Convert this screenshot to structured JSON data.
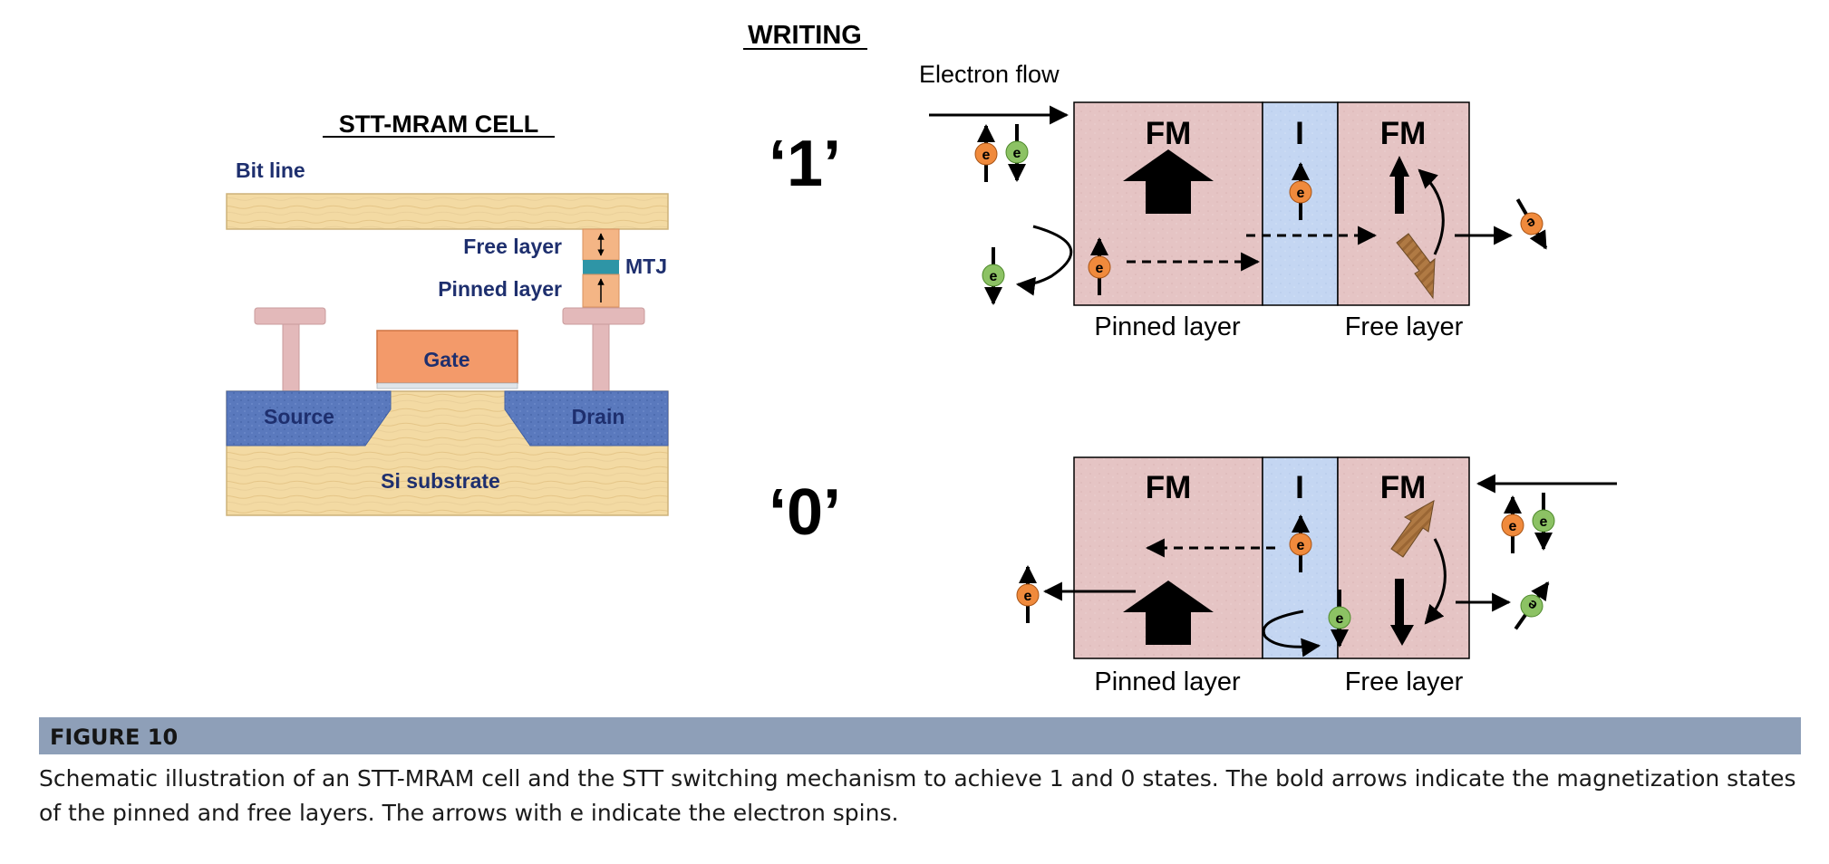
{
  "heading": "WRITING",
  "cell": {
    "title": "STT-MRAM CELL",
    "bit_line": "Bit line",
    "free_layer": "Free layer",
    "pinned_layer": "Pinned layer",
    "mtj": "MTJ",
    "gate": "Gate",
    "source": "Source",
    "drain": "Drain",
    "substrate": "Si substrate"
  },
  "state1": {
    "label": "‘1’",
    "electron_flow": "Electron flow",
    "fm_left": "FM",
    "insulator": "I",
    "fm_right": "FM",
    "pinned_label": "Pinned layer",
    "free_label": "Free layer"
  },
  "state0": {
    "label": "‘0’",
    "fm_left": "FM",
    "insulator": "I",
    "fm_right": "FM",
    "pinned_label": "Pinned layer",
    "free_label": "Free layer"
  },
  "electron_symbol": "e",
  "colors": {
    "ferromagnet": "#e5c4c4",
    "insulator": "#c4d6f2",
    "electron_orange": "#f08a3c",
    "electron_green": "#8cc264",
    "bit_line": "#f3dba4",
    "gate": "#f39a6a",
    "source_drain": "#5a79bd",
    "substrate": "#f3daa3",
    "caption_bar": "#8e9fb8",
    "label_blue": "#1e2f6e"
  },
  "caption": {
    "label": "FIGURE 10",
    "text": "Schematic illustration of an STT-MRAM cell and the STT switching mechanism to achieve 1 and 0 states. The bold arrows indicate the magnetization states of the pinned and free layers. The arrows with e indicate the electron spins."
  }
}
